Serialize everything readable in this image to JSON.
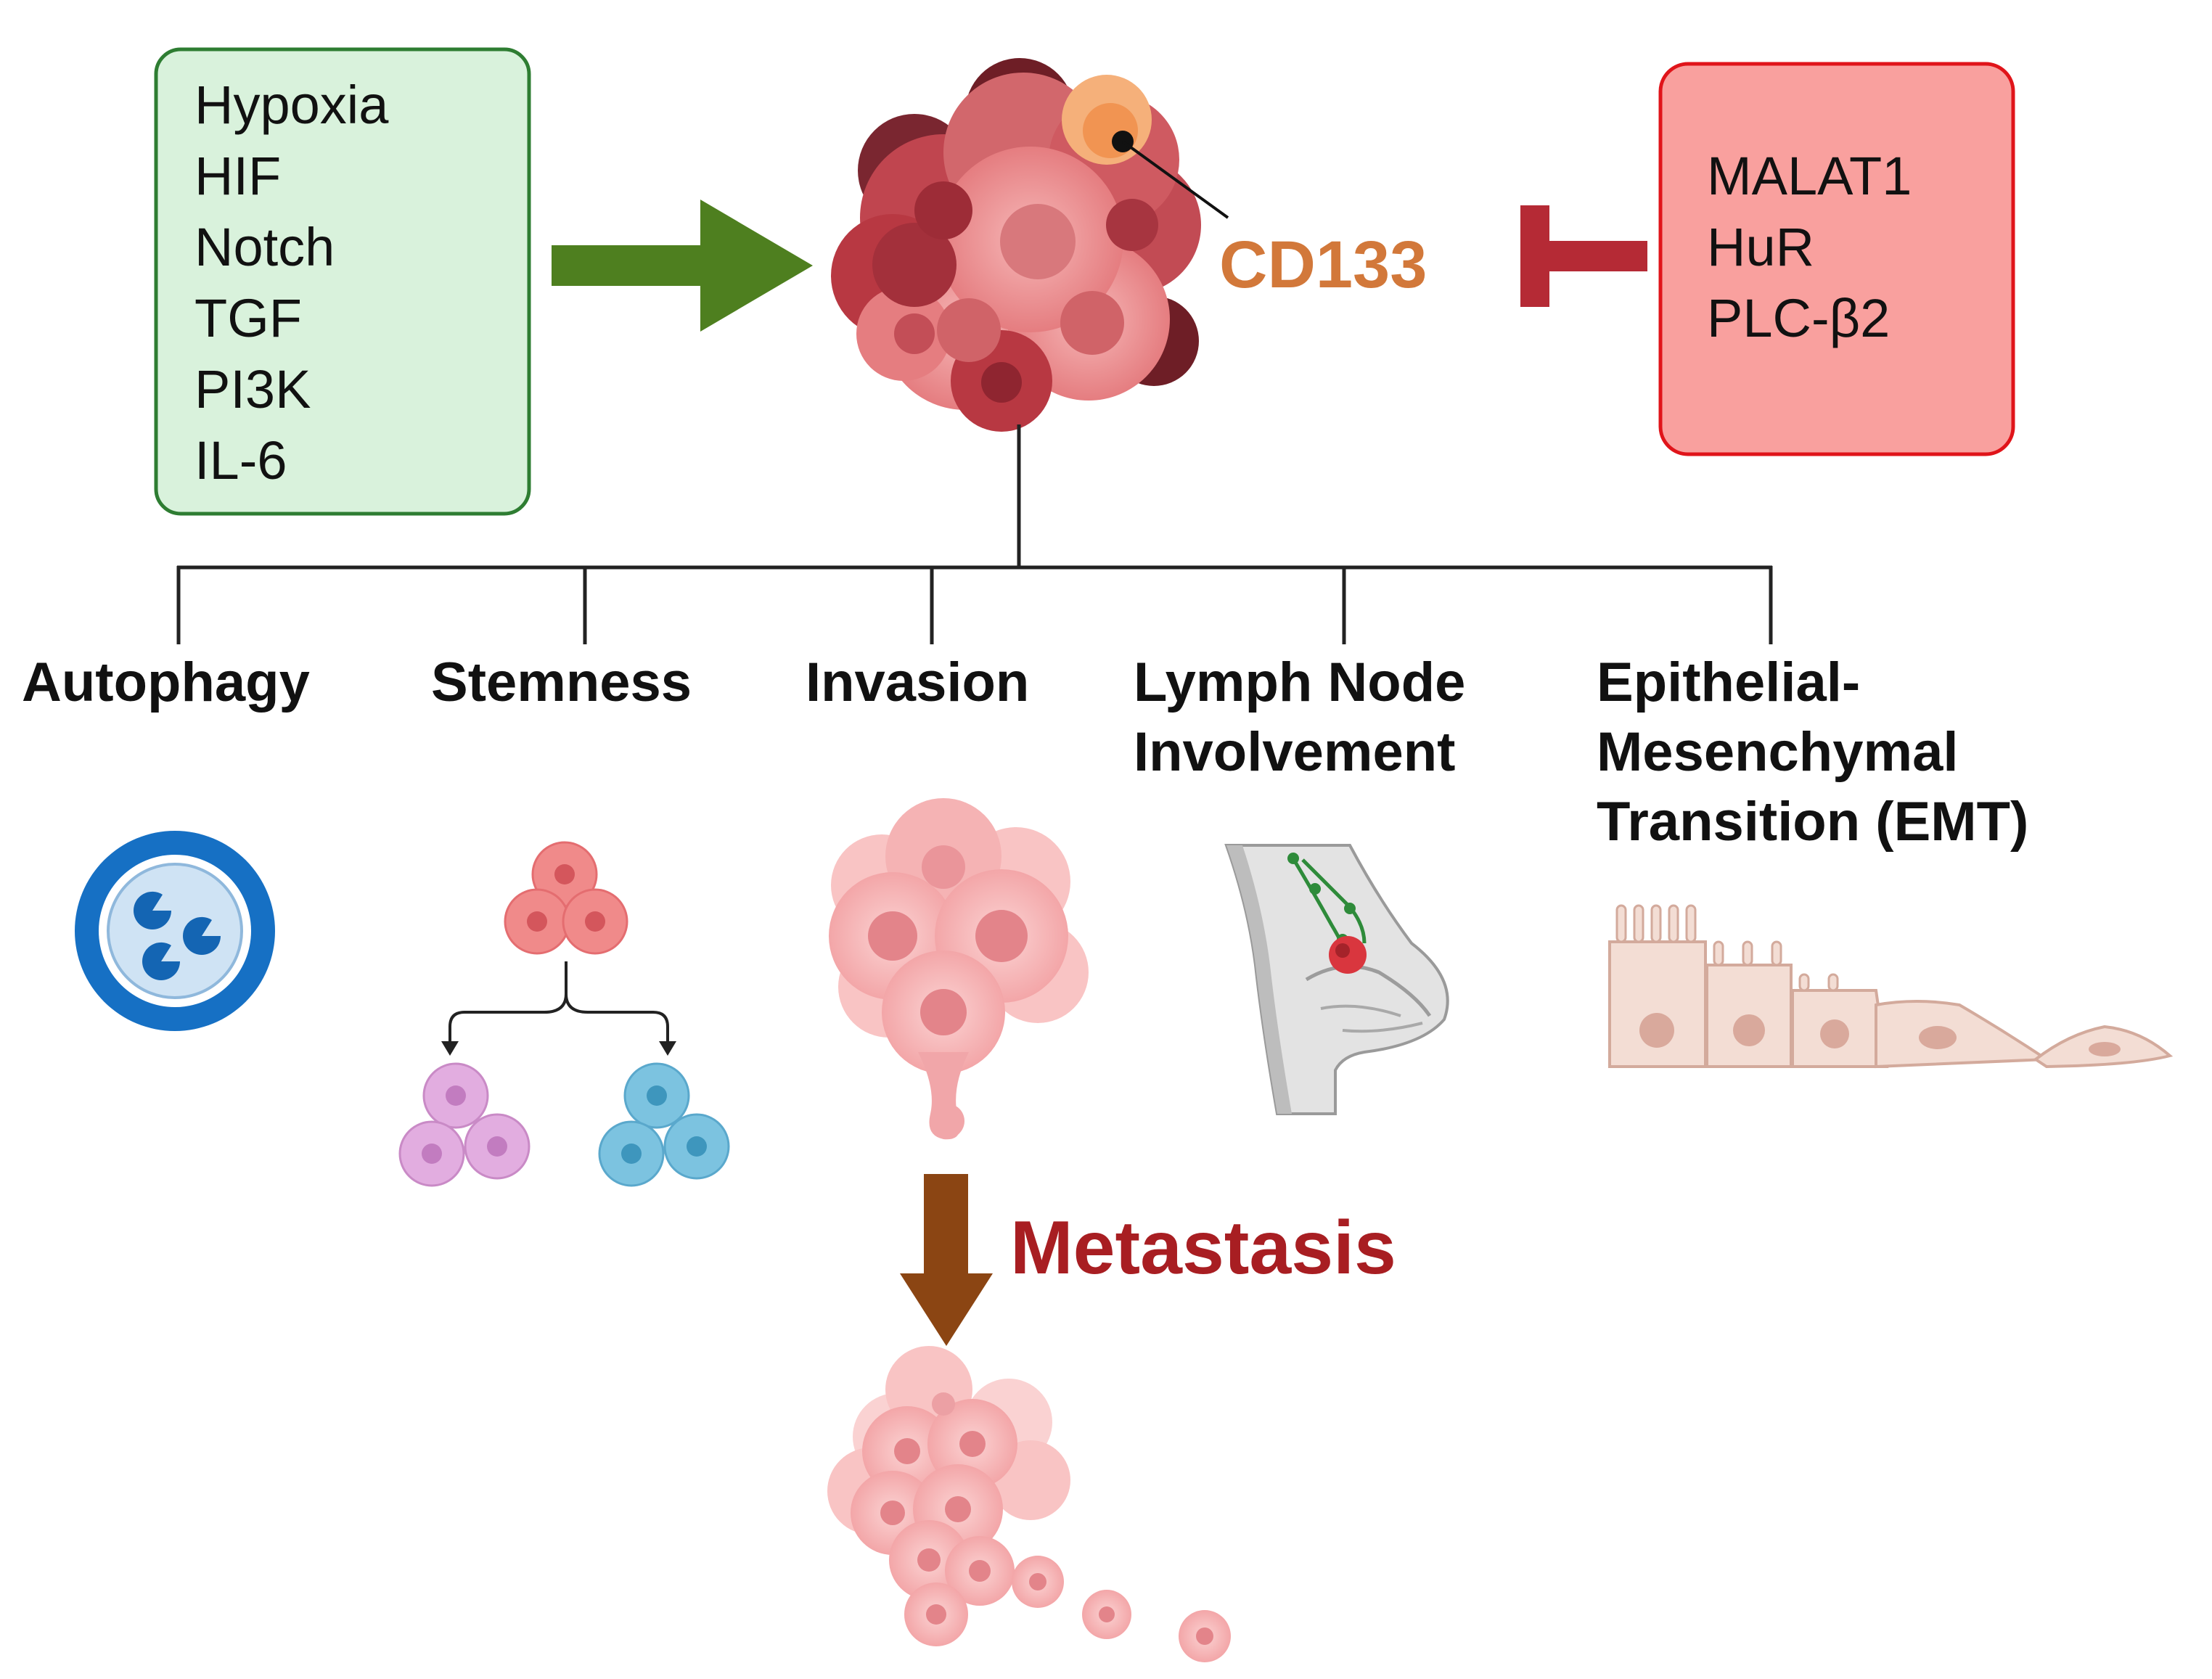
{
  "diagram": {
    "activators": {
      "items": [
        "Hypoxia",
        "HIF",
        "Notch",
        "TGF",
        "PI3K",
        "IL-6"
      ],
      "box_fill": "#d9f2dc",
      "box_stroke": "#2e7d32",
      "arrow_color": "#4e7f1f"
    },
    "marker": {
      "label": "CD133",
      "color": "#d2783a"
    },
    "inhibitors": {
      "items": [
        "MALAT1",
        "HuR",
        "PLC-β2"
      ],
      "box_fill": "#f9a09e",
      "box_stroke": "#e0141a",
      "inhibition_color": "#b52a35"
    },
    "outcomes": [
      {
        "lines": [
          "Autophagy"
        ],
        "icon": "autophagy-icon"
      },
      {
        "lines": [
          "Stemness"
        ],
        "icon": "stem-cell-differentiation-icon"
      },
      {
        "lines": [
          "Invasion"
        ],
        "icon": "invading-tumor-icon"
      },
      {
        "lines": [
          "Lymph Node",
          "Involvement"
        ],
        "icon": "breast-lymph-node-icon"
      },
      {
        "lines": [
          "Epithelial-",
          "Mesenchymal",
          "Transition (EMT)"
        ],
        "icon": "emt-cells-icon"
      }
    ],
    "progression": {
      "label": "Metastasis",
      "label_color": "#a81e22",
      "arrow_color": "#8b4513"
    }
  }
}
